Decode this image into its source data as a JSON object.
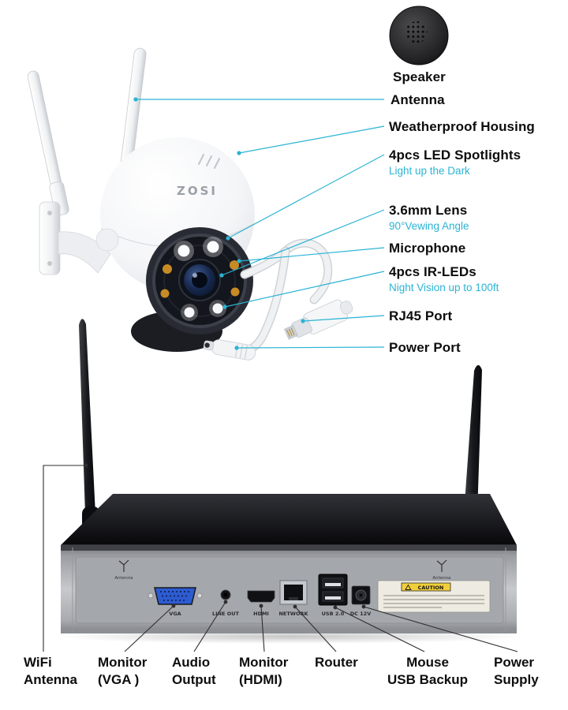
{
  "colors": {
    "accent": "#2bb3d4",
    "label": "#0d0d0d",
    "line_dark": "#2e2e2e"
  },
  "brand_logo": "ZOSI",
  "camera_callouts": {
    "speaker": {
      "label": "Speaker"
    },
    "antenna": {
      "label": "Antenna"
    },
    "housing": {
      "label": "Weatherproof Housing"
    },
    "spotlights": {
      "label": "4pcs LED Spotlights",
      "sub": "Light up the Dark"
    },
    "lens": {
      "label": "3.6mm Lens",
      "sub": "90°Vewing Angle"
    },
    "microphone": {
      "label": "Microphone"
    },
    "ir_leds": {
      "label": "4pcs IR-LEDs",
      "sub": "Night Vision up to 100ft"
    },
    "rj45": {
      "label": "RJ45 Port"
    },
    "power": {
      "label": "Power Port"
    }
  },
  "nvr_callouts": {
    "wifi_antenna": "WiFi\nAntenna",
    "monitor_vga": "Monitor\n(VGA )",
    "audio_output": "Audio\nOutput",
    "monitor_hdmi": "Monitor\n(HDMI)",
    "router": "Router",
    "mouse_usb": "Mouse\nUSB Backup",
    "power_supply": "Power\nSupply"
  },
  "nvr_panel": {
    "antenna_left": "Antenna",
    "antenna_right": "Antenna",
    "vga": "VGA",
    "line_out": "LINE OUT",
    "hdmi": "HDMI",
    "network": "NETWORK",
    "usb": "USB 2.0",
    "dc": "DC 12V",
    "caution": "CAUTION"
  }
}
